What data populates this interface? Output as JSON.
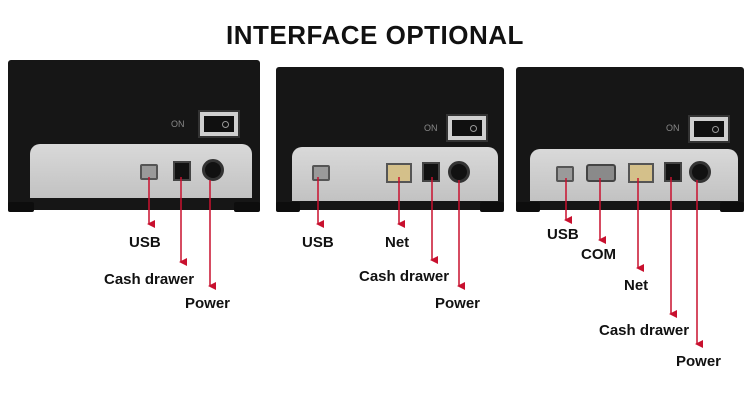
{
  "title": "INTERFACE OPTIONAL",
  "accent_color": "#c8102e",
  "printers": [
    {
      "switch_mark": "ON",
      "labels": {
        "usb": "USB",
        "cash_drawer": "Cash drawer",
        "power": "Power"
      }
    },
    {
      "switch_mark": "ON",
      "labels": {
        "usb": "USB",
        "net": "Net",
        "cash_drawer": "Cash drawer",
        "power": "Power"
      }
    },
    {
      "switch_mark": "ON",
      "labels": {
        "usb": "USB",
        "com": "COM",
        "net": "Net",
        "cash_drawer": "Cash drawer",
        "power": "Power"
      }
    }
  ]
}
